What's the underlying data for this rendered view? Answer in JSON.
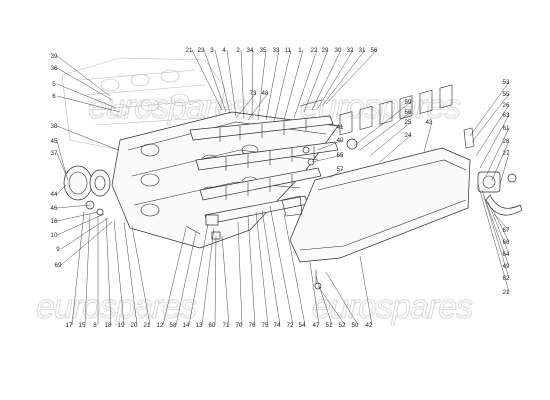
{
  "watermark": {
    "text": "eurospares"
  },
  "labels": [
    "21",
    "23",
    "3",
    "4",
    "2",
    "34",
    "35",
    "33",
    "11",
    "1",
    "22",
    "29",
    "30",
    "32",
    "31",
    "56",
    "39",
    "36",
    "5",
    "6",
    "38",
    "45",
    "37",
    "44",
    "46",
    "16",
    "10",
    "9",
    "69",
    "73",
    "48",
    "41",
    "40",
    "65",
    "59",
    "66",
    "25",
    "24",
    "57",
    "43",
    "53",
    "55",
    "26",
    "63",
    "61",
    "28",
    "27",
    "67",
    "68",
    "64",
    "49",
    "62",
    "21",
    "17",
    "15",
    "8",
    "18",
    "19",
    "20",
    "21",
    "12",
    "58",
    "14",
    "13",
    "60",
    "71",
    "70",
    "76",
    "75",
    "74",
    "72",
    "54",
    "47",
    "51",
    "52",
    "50",
    "42"
  ]
}
